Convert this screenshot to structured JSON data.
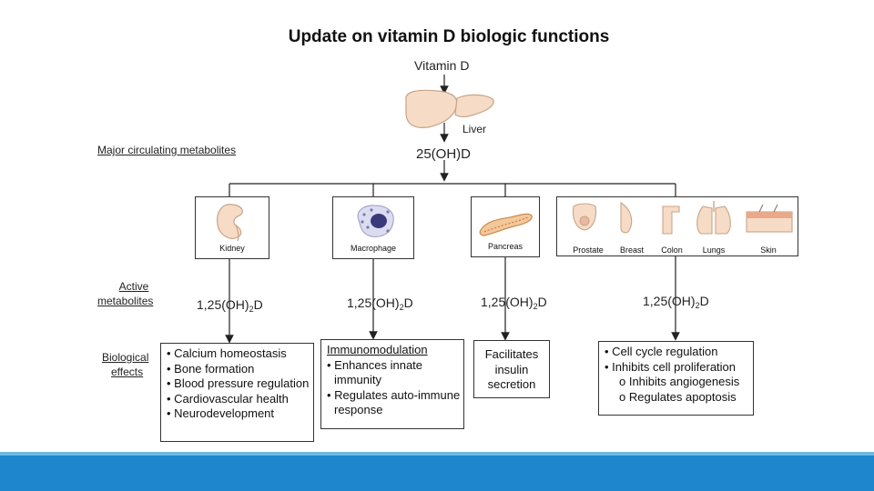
{
  "title": "Update on vitamin D biologic functions",
  "vitamin_d": "Vitamin D",
  "liver": "Liver",
  "metabolite_25": "25(OH)D",
  "major_label": "Major circulating metabolites",
  "active_label_1": "Active",
  "active_label_2": "metabolites",
  "bio_label_1": "Biological",
  "bio_label_2": "effects",
  "active_metabolite": {
    "prefix": "1,25(OH)",
    "sub": "2",
    "suffix": "D"
  },
  "organs": [
    {
      "label": "Kidney"
    },
    {
      "label": "Macrophage"
    },
    {
      "label": "Pancreas"
    },
    {
      "labels": [
        "Prostate",
        "Breast",
        "Colon",
        "Lungs",
        "Skin"
      ]
    }
  ],
  "effects": {
    "kidney": [
      "• Calcium homeostasis",
      "• Bone formation",
      "• Blood pressure regulation",
      "• Cardiovascular health",
      "• Neurodevelopment"
    ],
    "macrophage_heading": "Immunomodulation",
    "macrophage": [
      "• Enhances innate",
      "immunity",
      "• Regulates auto-immune",
      "response"
    ],
    "pancreas": [
      "Facilitates",
      "insulin",
      "secretion"
    ],
    "tissues": [
      "• Cell cycle regulation",
      "• Inhibits cell proliferation",
      "o Inhibits angiogenesis",
      "o Regulates apoptosis"
    ]
  },
  "colors": {
    "footer": "#1d86cc",
    "footer_stripe": "#6fb8e4",
    "organ_fill": "#f6dcc6",
    "organ_stroke": "#c9a487"
  }
}
